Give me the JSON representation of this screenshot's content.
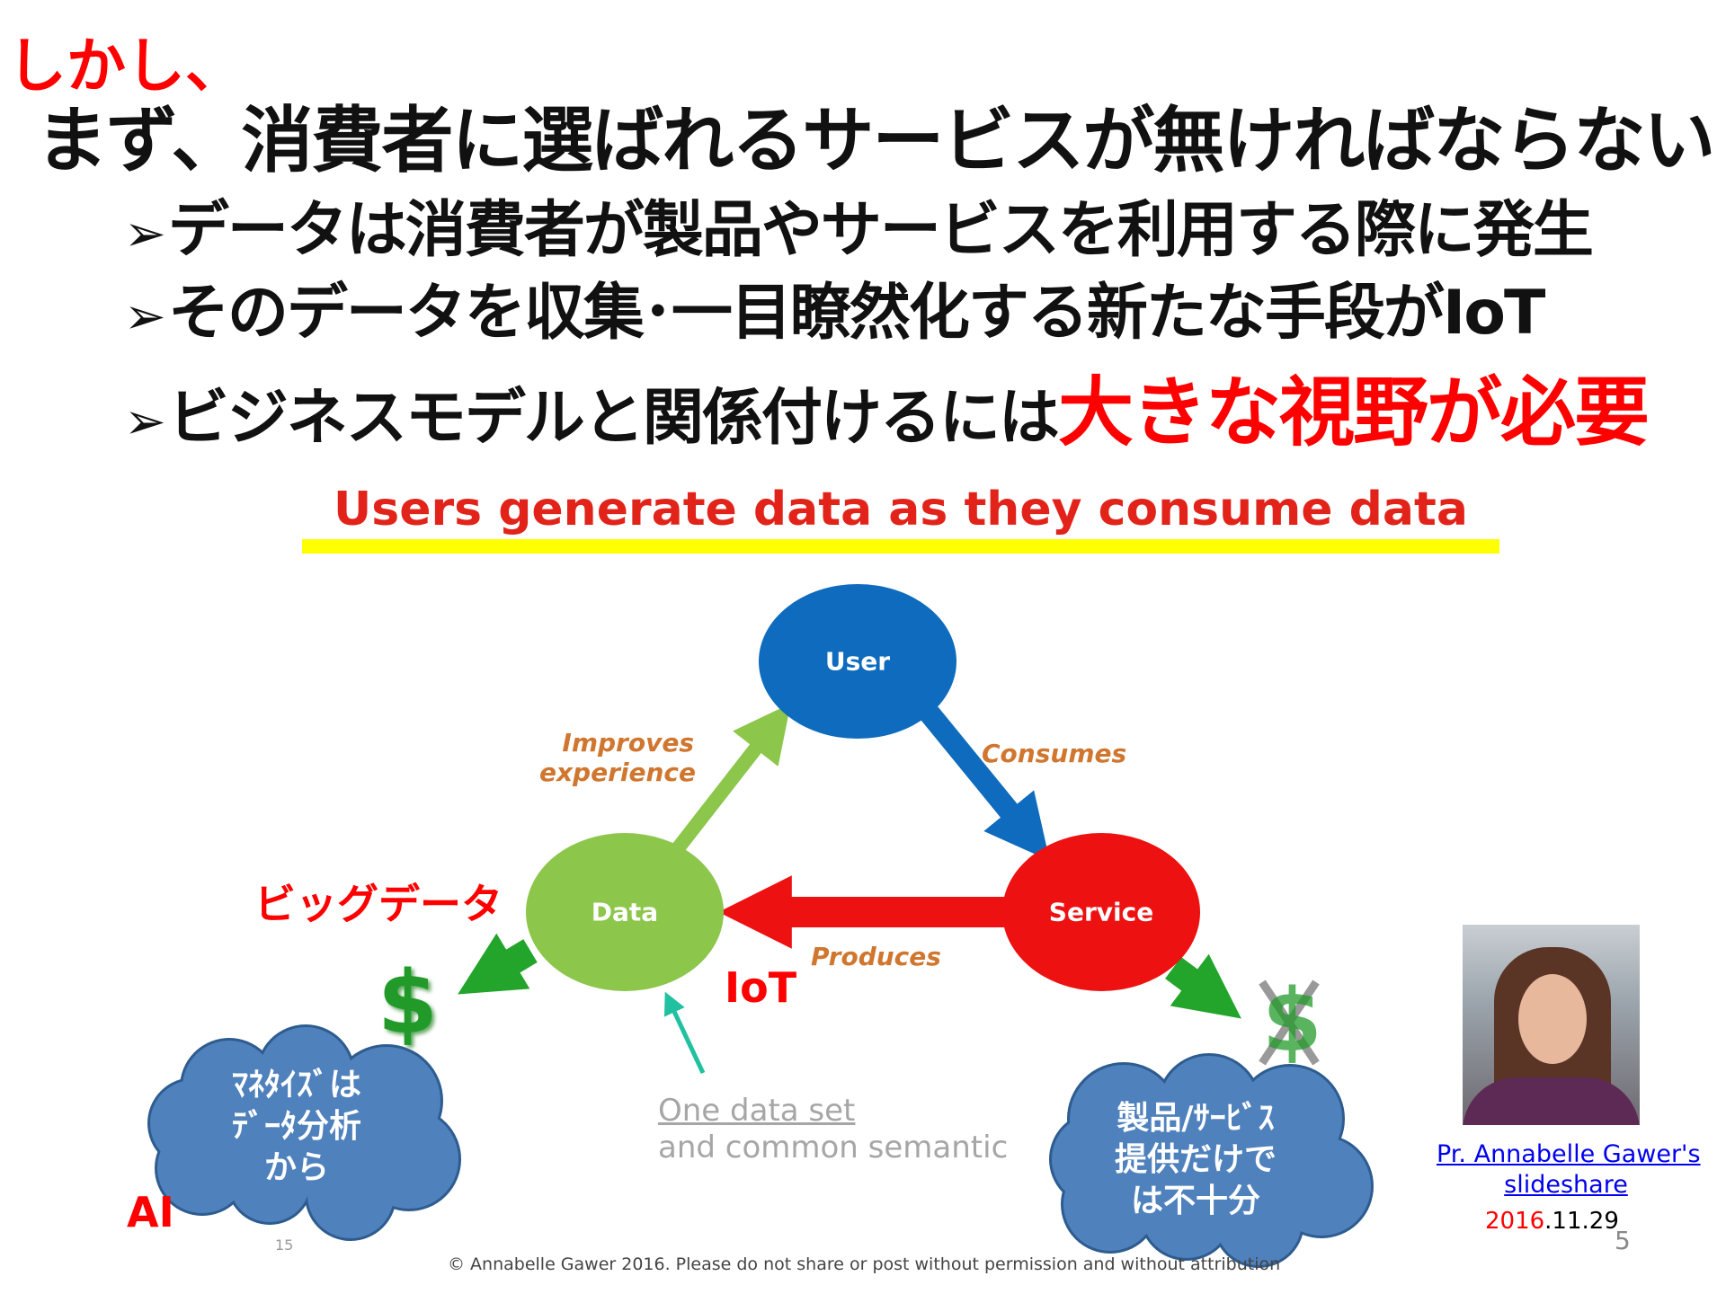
{
  "header": {
    "lead": "しかし、",
    "title": "まず、消費者に選ばれるサービスが無ければならない！"
  },
  "bullets": [
    {
      "mark": "➢",
      "text": "データは消費者が製品やサービスを利用する際に発生"
    },
    {
      "mark": "➢",
      "text": "そのデータを収集･一目瞭然化する新たな手段がIoT"
    },
    {
      "mark": "➢",
      "text": "ビジネスモデルと関係付けるには",
      "emphasis": "大きな視野が必要"
    }
  ],
  "diagram": {
    "banner": "Users generate data as they consume data",
    "nodes": {
      "user": "User",
      "data": "Data",
      "service": "Service"
    },
    "edges": {
      "improves": [
        "Improves",
        "experience"
      ],
      "consumes": "Consumes",
      "produces": "Produces"
    },
    "dollar": "$",
    "common": [
      "One data set",
      "and common semantic"
    ],
    "slide_number": "15",
    "copyright": "© Annabelle Gawer 2016. Please do not share or post without permission and without attribution",
    "colors": {
      "user": "#0e6bbd",
      "data": "#8cc64b",
      "service": "#ee1111",
      "orange": "#d0762f"
    }
  },
  "annotations": {
    "bigdata": "ビッグデータ",
    "iot": "IoT",
    "ai": "AI",
    "cloud_left": [
      "ﾏﾈﾀｲｽﾞは",
      "ﾃﾞｰﾀ分析",
      "から"
    ],
    "cloud_right": [
      "製品/ｻｰﾋﾞｽ",
      "提供だけで",
      "は不十分"
    ]
  },
  "credit": {
    "link_line1": "Pr. Annabelle Gawer's",
    "link_line2": "slideshare",
    "date_year": "2016",
    "date_rest": ".11.29"
  },
  "page_number": "5"
}
